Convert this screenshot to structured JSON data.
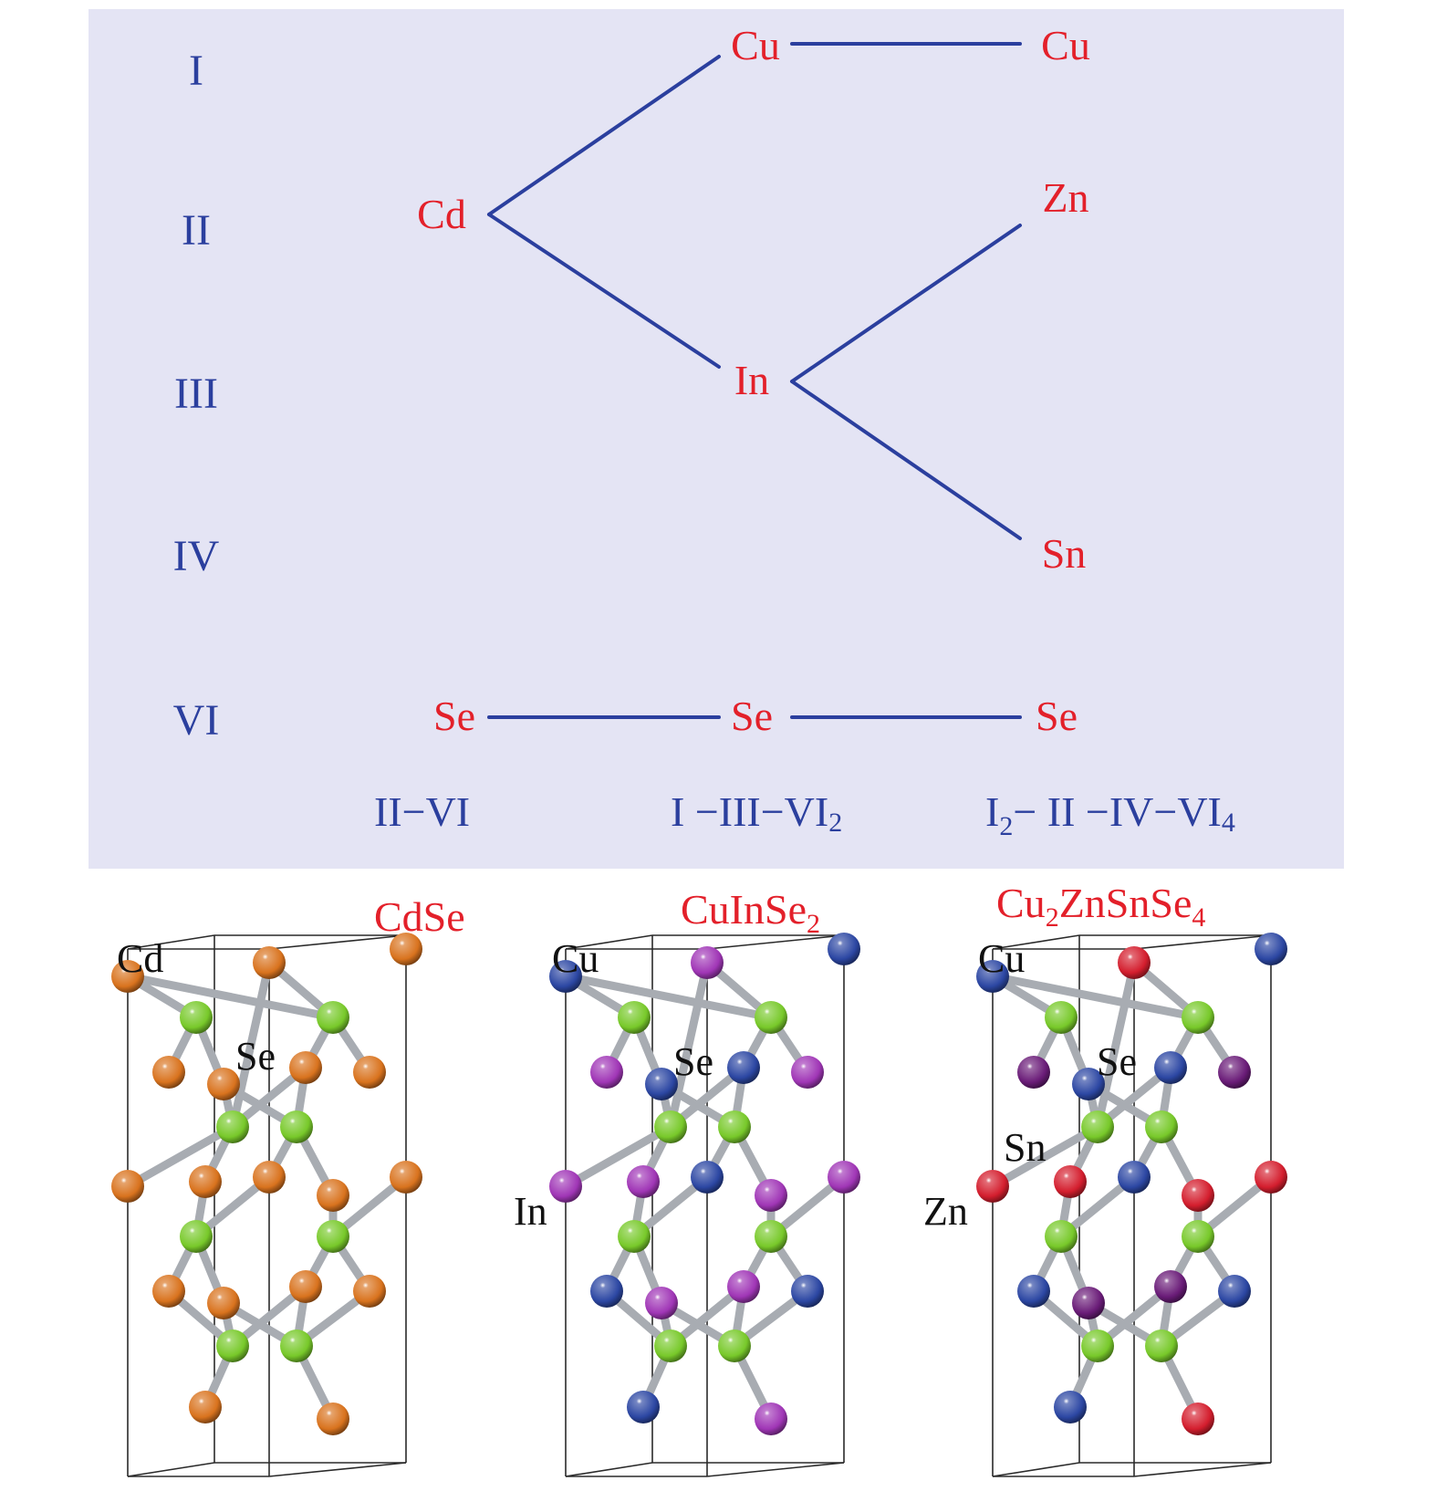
{
  "colors": {
    "panel_bg": "#e4e4f4",
    "group_text": "#2b3f9e",
    "element_text": "#e3202a",
    "Cd": "#d9731e",
    "Se": "#78c92a",
    "Cu": "#2c47a3",
    "In": "#a036b6",
    "Zn": "#d41e2e",
    "Sn": "#6a1c78"
  },
  "groups": [
    "I",
    "II",
    "III",
    "IV",
    "VI"
  ],
  "tree": {
    "cu1": "Cu",
    "cu2": "Cu",
    "cd": "Cd",
    "zn": "Zn",
    "in": "In",
    "sn": "Sn",
    "se1": "Se",
    "se2": "Se",
    "se3": "Se"
  },
  "families": {
    "f1": "II−VI",
    "f2": {
      "main": "I −III−VI",
      "sub": "2"
    },
    "f3": {
      "a": "I",
      "a_sub": "2",
      "b": "− II −IV−VI",
      "b_sub": "4"
    }
  },
  "compounds": {
    "c1": "CdSe",
    "c2": {
      "main": "CuInSe",
      "sub": "2"
    },
    "c3": {
      "a": "Cu",
      "a_sub": "2",
      "b": "ZnSnSe",
      "b_sub": "4"
    }
  },
  "structure_labels": {
    "s1": {
      "cation": "Cd",
      "anion": "Se"
    },
    "s2": {
      "cation": "Cu",
      "anion": "Se",
      "third": "In"
    },
    "s3": {
      "cation": "Cu",
      "anion": "Se",
      "third": "Sn",
      "fourth": "Zn"
    }
  },
  "structures": [
    {
      "cation_sites": [
        "Cd",
        "Cd",
        "Cd",
        "Cd",
        "Cd",
        "Cd",
        "Cd",
        "Cd",
        "Cd",
        "Cd",
        "Cd",
        "Cd",
        "Cd",
        "Cd",
        "Cd",
        "Cd",
        "Cd",
        "Cd"
      ]
    },
    {
      "cation_sites": [
        "Cu",
        "In",
        "Cu",
        "In",
        "Cu",
        "Cu",
        "In",
        "In",
        "In",
        "Cu",
        "In",
        "In",
        "Cu",
        "In",
        "In",
        "Cu",
        "Cu",
        "In"
      ]
    },
    {
      "cation_sites": [
        "Cu",
        "Zn",
        "Cu",
        "Sn",
        "Cu",
        "Cu",
        "Sn",
        "Zn",
        "Zn",
        "Cu",
        "Zn",
        "Zn",
        "Cu",
        "Sn",
        "Sn",
        "Cu",
        "Cu",
        "Zn"
      ]
    }
  ]
}
